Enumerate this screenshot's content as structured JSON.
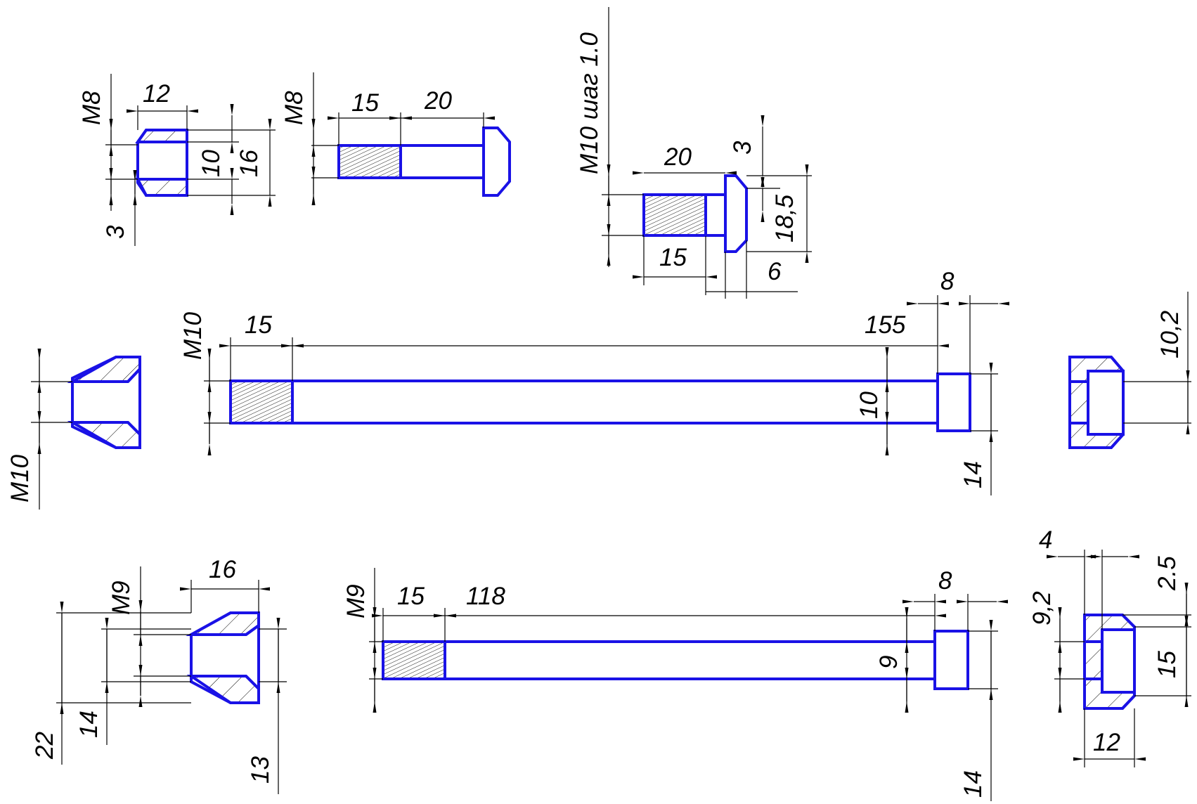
{
  "part_nut_m8": {
    "thread": "M8",
    "length": "12",
    "bore": "10",
    "outer": "16",
    "chamfer": "3"
  },
  "part_bolt_m8": {
    "thread": "M8",
    "thread_length": "15",
    "shank_length": "20"
  },
  "part_bolt_m10_fine": {
    "thread": "M10 шаг 1.0",
    "length": "20",
    "head_step": "3",
    "head_dia": "18,5",
    "thread_length": "15",
    "head_length": "6"
  },
  "part_cone_m10": {
    "thread": "M10"
  },
  "part_rod_m10": {
    "thread": "M10",
    "thread_length": "15",
    "total_length": "155",
    "head_length": "8",
    "rod_dia": "10",
    "head_dia": "14"
  },
  "part_cap_10_2": {
    "inner": "10,2"
  },
  "part_cone_m9": {
    "length": "16",
    "thread": "M9",
    "outer": "22",
    "inner": "14",
    "opening": "13"
  },
  "part_rod_m9": {
    "thread": "M9",
    "thread_length": "15",
    "total_length": "118",
    "head_length": "8",
    "rod_dia": "9",
    "head_dia": "14"
  },
  "part_cap_9_2": {
    "step": "4",
    "chamfer": "2.5",
    "inner": "9,2",
    "height": "15",
    "width": "12"
  }
}
